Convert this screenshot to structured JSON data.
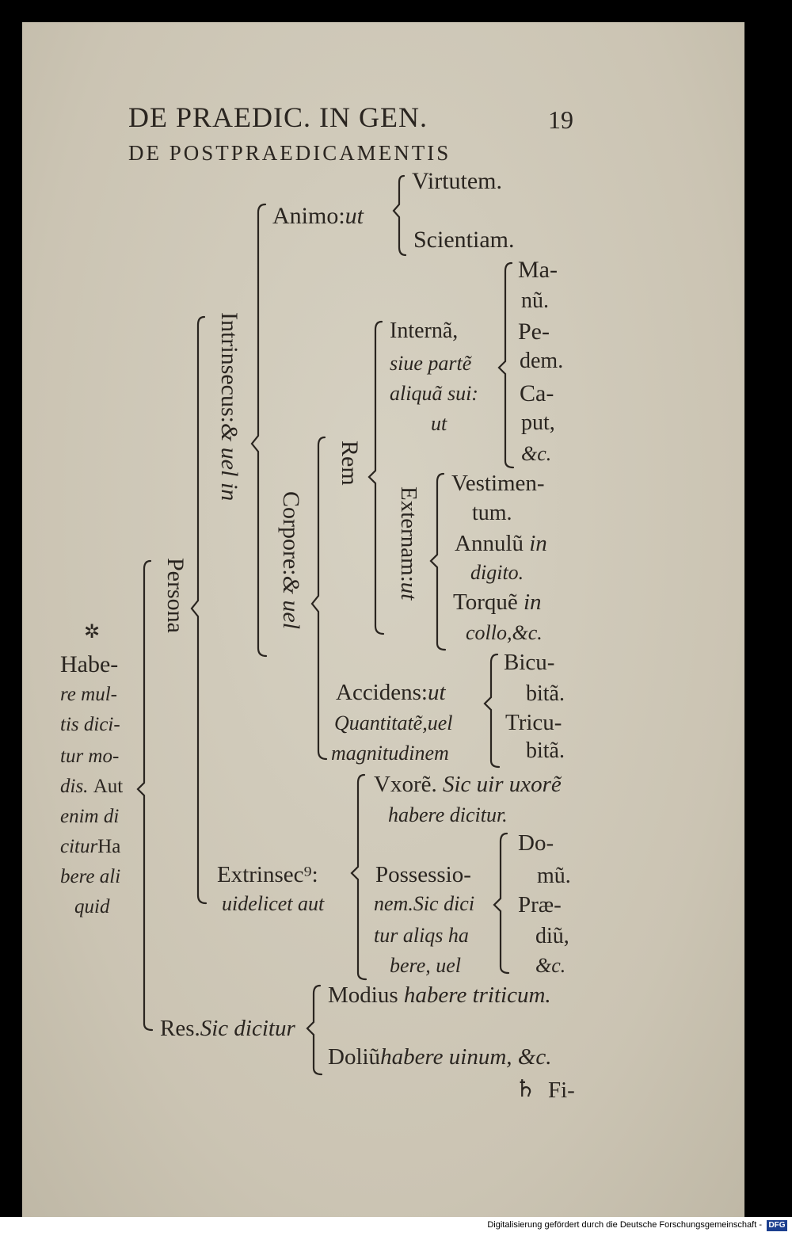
{
  "header": {
    "running_head": "DE PRAEDIC. IN GEN.",
    "page_number": "19",
    "section_title": "DE POSTPRAEDICAMENTIS"
  },
  "tree": {
    "animo": "Animo:",
    "animo_ut": "ut",
    "virtutem": "Virtutem.",
    "scientiam": "Scientiam.",
    "intrinsecus": "Intrinsecus:",
    "intrinsecus_it": "& uel in",
    "corpore": "Corpore:",
    "corpore_it": "& uel",
    "rem": "Rem",
    "internam": "Internã,",
    "siue_parte": "siue partẽ",
    "aliquam_sui": "aliquã sui:",
    "internam_ut": "ut",
    "ma": "Ma-",
    "num": "nũ.",
    "pe": "Pe-",
    "dem": "dem.",
    "ca": "Ca-",
    "put": "put,",
    "etc1": "&c.",
    "externam": "Externam:",
    "externam_ut": "ut",
    "vestimen": "Vestimen-",
    "tum": "tum.",
    "annulu": "Annulũ",
    "in1": "in",
    "digito": "digito.",
    "torque": "Torquẽ",
    "in2": "in",
    "collo": "collo,&c.",
    "persona": "Persona",
    "accidens": "Accidens:",
    "accidens_ut": "ut",
    "quantitate": "Quantitatẽ,uel",
    "magnitudinem": "magnitudinem",
    "bicu": "Bicu-",
    "bita1": "bitã.",
    "tricu": "Tricu-",
    "bita2": "bitã.",
    "vxore": "Vxorẽ.",
    "sic_uir": "Sic uir uxorẽ",
    "habere_dicitur": "habere dicitur.",
    "extrinsec": "Extrinsec⁹:",
    "uidelicet": "uidelicet aut",
    "possessio": "Possessio-",
    "nem_sic": "nem.Sic dici",
    "tur_aliqs": "tur aliqs ha",
    "bere_uel": "bere, uel",
    "do": "Do-",
    "mu": "mũ.",
    "prae": "Præ-",
    "diu": "diũ,",
    "etc2": "&c.",
    "res": "Res.",
    "sic_dicitur": "Sic dicitur",
    "modius": "Modius",
    "habere_triticum": "habere triticum.",
    "doliu": "Doliũ",
    "habere_uinum": "habere uinum, &c."
  },
  "margin": {
    "mark": "✲",
    "lines": [
      "Habe-",
      "re mul-",
      "tis dici-",
      "tur mo-",
      "dis.",
      "Aut",
      "enim di",
      "citur",
      "Ha",
      "bere ali",
      "quid"
    ]
  },
  "catchword": {
    "mark": "♄",
    "word": "Fi-"
  },
  "footer": {
    "text": "Digitalisierung gefördert durch die Deutsche Forschungsgemeinschaft -",
    "logo": "DFG"
  }
}
